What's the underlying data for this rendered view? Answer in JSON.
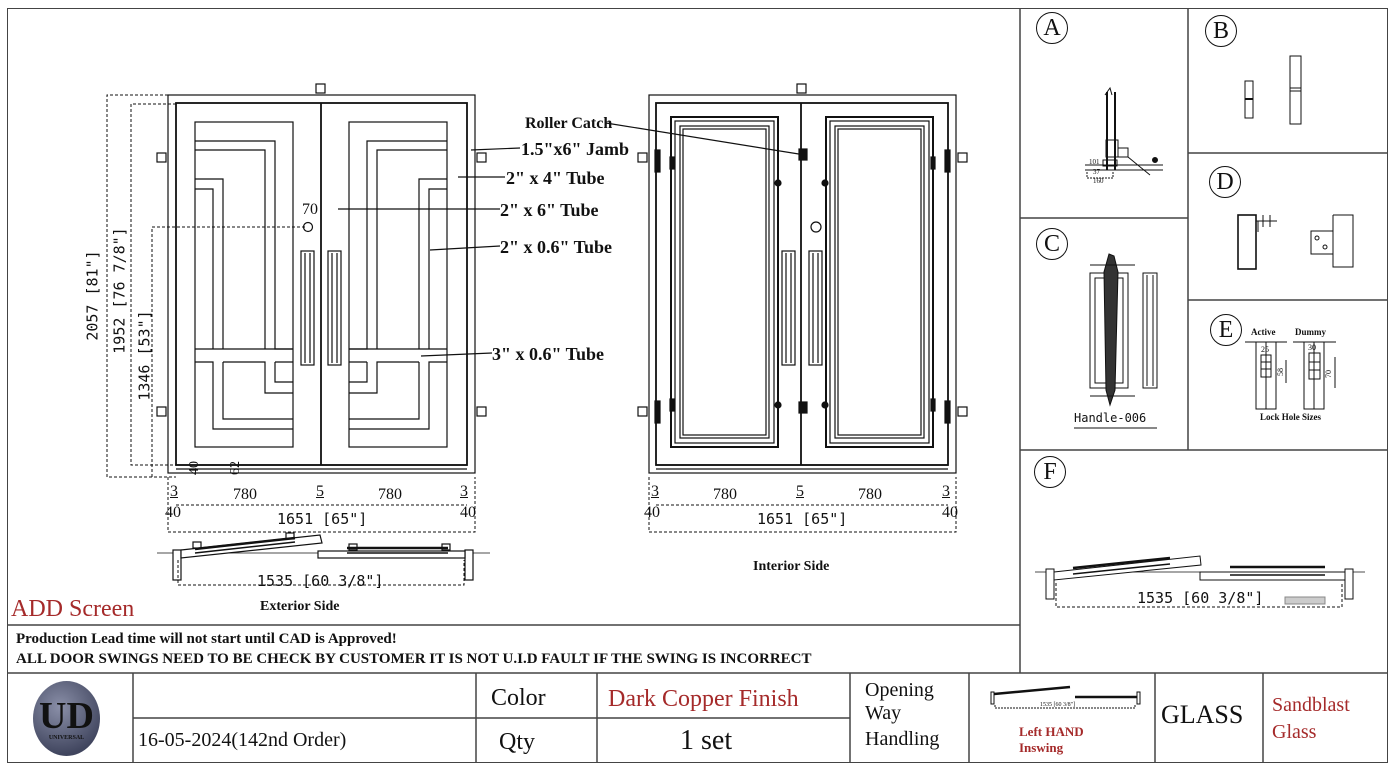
{
  "drawing": {
    "exterior": {
      "caption": "Exterior Side",
      "height_dims": [
        "2057 [81\"]",
        "1952 [76 7/8\"]",
        "1346 [53\"]"
      ],
      "handle_offset": "70",
      "bottom_dims": [
        "40",
        "62"
      ],
      "width_parts": [
        "3",
        "780",
        "5",
        "780",
        "3"
      ],
      "jamb_left": "40",
      "jamb_right": "40",
      "overall_width": "1651 [65\"]",
      "swing_width": "1535 [60 3/8\"]"
    },
    "interior": {
      "caption": "Interior Side",
      "width_parts": [
        "3",
        "780",
        "5",
        "780",
        "3"
      ],
      "jamb_left": "40",
      "jamb_right": "40",
      "overall_width": "1651 [65\"]"
    },
    "callouts": [
      "Roller Catch",
      "1.5\"x6\" Jamb",
      "2\" x 4\" Tube",
      "2\" x 6\" Tube",
      "2\" x 0.6\" Tube",
      "3\" x 0.6\" Tube"
    ],
    "add_screen": "ADD Screen"
  },
  "details": {
    "A": {
      "letter": "A",
      "dims": [
        "160",
        "37",
        "101"
      ]
    },
    "B": {
      "letter": "B"
    },
    "C": {
      "letter": "C",
      "caption": "Handle-006"
    },
    "D": {
      "letter": "D"
    },
    "E": {
      "letter": "E",
      "active_label": "Active",
      "dummy_label": "Dummy",
      "active_w": "25",
      "active_h": "58",
      "dummy_w": "30",
      "dummy_h": "70",
      "caption": "Lock Hole Sizes"
    },
    "F": {
      "letter": "F",
      "swing_width": "1535 [60 3/8\"]"
    }
  },
  "notes": {
    "line1": "Production Lead time will not start until CAD is Approved!",
    "line2": "ALL DOOR SWINGS NEED TO BE CHECK BY CUSTOMER IT IS NOT U.I.D FAULT IF THE SWING IS  INCORRECT"
  },
  "title_block": {
    "logo_text": "UNIVERSAL",
    "order": "16-05-2024(142nd Order)",
    "color_label": "Color",
    "color_value": "Dark Copper Finish",
    "qty_label": "Qty",
    "qty_value": "1 set",
    "opening_label": "Opening Way Handling",
    "opening_line1": "Opening",
    "opening_line2": "Way",
    "opening_line3": "Handling",
    "swing_mini_dim": "1535 [60 3/8\"]",
    "handing_line1": "Left HAND",
    "handing_line2": "Inswing",
    "glass_label": "GLASS",
    "glass_line1": "Sandblast",
    "glass_line2": "Glass"
  },
  "colors": {
    "accent_red": "#a52a2a",
    "line": "#111111"
  }
}
